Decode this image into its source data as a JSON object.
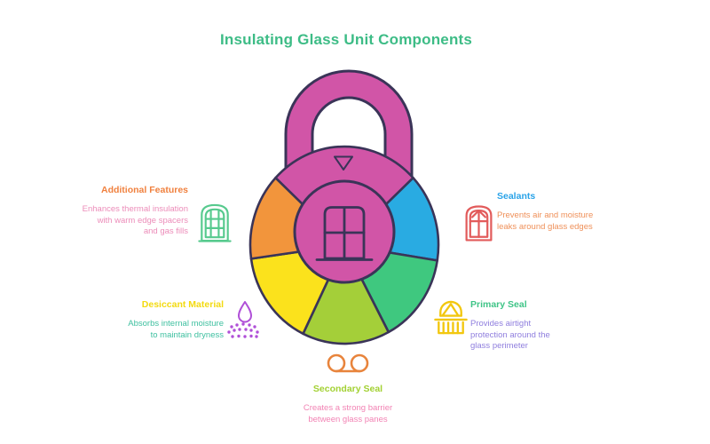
{
  "title": "Insulating Glass Unit Components",
  "title_color": "#3dbc86",
  "wheel": {
    "outline": "#3a3458",
    "shackle_color": "#d155a7",
    "hub_color": "#d155a7",
    "center_icon": "window-icon",
    "pointer_icon": "triangle-down-icon",
    "segments": [
      {
        "position": "top",
        "color": "#d155a7"
      },
      {
        "position": "upper-right",
        "color": "#29abe2"
      },
      {
        "position": "lower-right",
        "color": "#3fc87f"
      },
      {
        "position": "bottom",
        "color": "#a4cf39"
      },
      {
        "position": "lower-left",
        "color": "#fbe21c"
      },
      {
        "position": "upper-left",
        "color": "#f2953c"
      }
    ]
  },
  "items": [
    {
      "title": "Additional Features",
      "title_color": "#f0813f",
      "description": "Enhances thermal insulation with warm edge spacers and gas fills",
      "description_color": "#ec8cb9",
      "icon": "arched-window-icon",
      "icon_color": "#57ca8e",
      "segment_color": "#f2953c"
    },
    {
      "title": "Sealants",
      "title_color": "#2aa3e8",
      "description": "Prevents air and moisture leaks around glass edges",
      "description_color": "#ef9059",
      "icon": "arched-window-icon",
      "icon_color": "#e25b5b",
      "segment_color": "#29abe2"
    },
    {
      "title": "Desiccant Material",
      "title_color": "#f3da10",
      "description": "Absorbs internal moisture to maintain dryness",
      "description_color": "#3fc0a0",
      "icon": "droplet-absorb-icon",
      "icon_color": "#b050d8",
      "segment_color": "#fbe21c"
    },
    {
      "title": "Primary Seal",
      "title_color": "#3fc487",
      "description": "Provides airtight protection around the glass perimeter",
      "description_color": "#8f7ede",
      "icon": "awning-seal-icon",
      "icon_color": "#f2c70f",
      "segment_color": "#3fc87f"
    },
    {
      "title": "Secondary Seal",
      "title_color": "#a3d133",
      "description": "Creates a strong barrier between glass panes",
      "description_color": "#f283b4",
      "icon": "voicemail-circles-icon",
      "icon_color": "#e8843c",
      "segment_color": "#a4cf39"
    }
  ]
}
